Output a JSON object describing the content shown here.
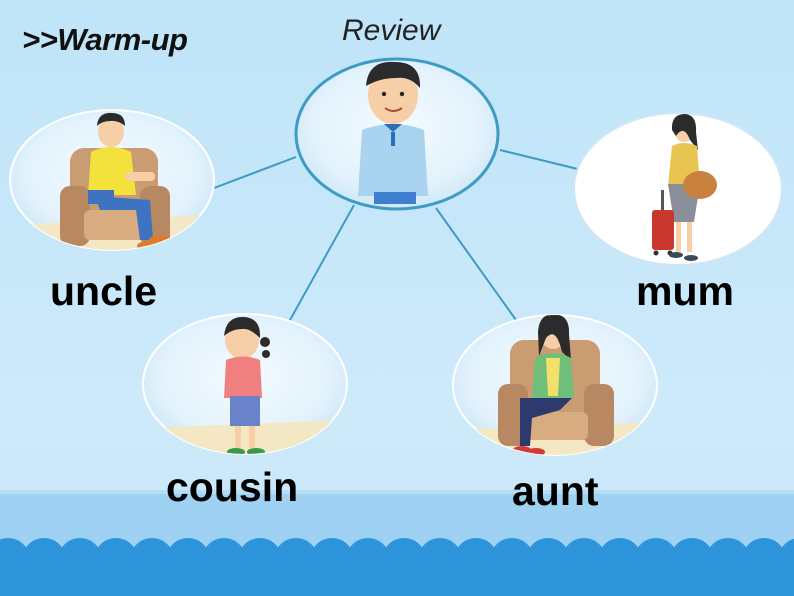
{
  "slide": {
    "heading": ">>Warm-up",
    "review_label": "Review"
  },
  "family": {
    "center": {
      "figure": "boy-standing"
    },
    "members": [
      {
        "key": "uncle",
        "word": "uncle",
        "figure": "man-sitting-armchair"
      },
      {
        "key": "mum",
        "word": "mum",
        "figure": "woman-with-suitcase"
      },
      {
        "key": "cousin",
        "word": "cousin",
        "figure": "girl-standing"
      },
      {
        "key": "aunt",
        "word": "aunt",
        "figure": "woman-sitting-armchair"
      }
    ]
  },
  "colors": {
    "background": "#c8e8f9",
    "connector": "#3e9cc4",
    "bubble_border": "#3e9cc4",
    "wave": "#2f95db",
    "footer": "#9fd1f3"
  }
}
